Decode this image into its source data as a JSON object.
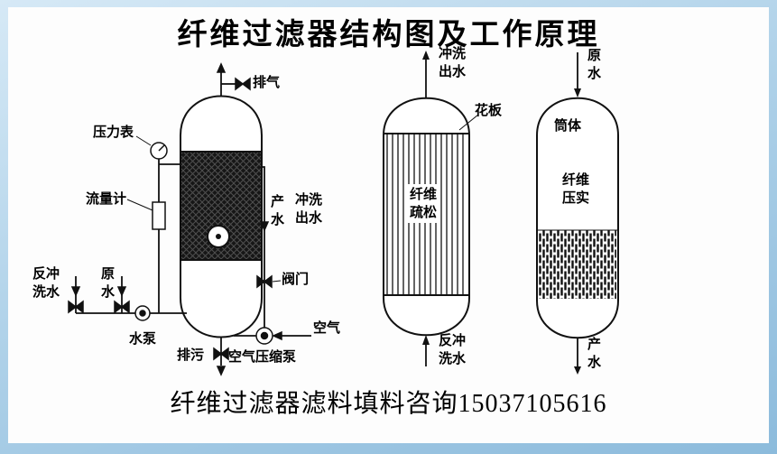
{
  "title": "纤维过滤器结构图及工作原理",
  "footer": "纤维过滤器滤料填料咨询15037105616",
  "colors": {
    "frame_blue": "#a9cde6",
    "ink": "#111111"
  },
  "left_diagram": {
    "exhaust": "排气",
    "pressure_gauge": "压力表",
    "flow_meter": "流量计",
    "product_water": "产\n水",
    "flush_out_water": "冲洗\n出水",
    "valve": "阀门",
    "backwash_water": "反冲\n洗水",
    "raw_water": "原\n水",
    "water_pump": "水泵",
    "drain": "排污",
    "air": "空气",
    "air_compressor_pump": "空气压缩泵"
  },
  "middle_diagram": {
    "flush_out_water": "冲洗\n出水",
    "perforated_plate": "花板",
    "fiber_loose": "纤维\n疏松",
    "backwash_water": "反冲\n洗水"
  },
  "right_diagram": {
    "raw_water": "原\n水",
    "cylinder_body": "筒体",
    "fiber_compacted": "纤维\n压实",
    "product_water": "产\n水"
  }
}
